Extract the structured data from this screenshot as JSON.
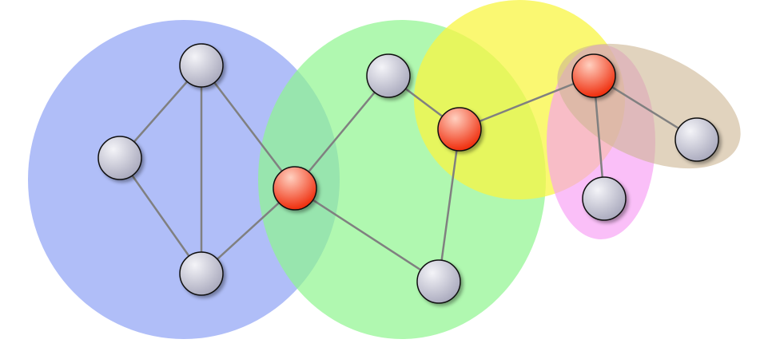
{
  "colors": {
    "background": "#ffffff",
    "community_blue": "#8fa3f5",
    "community_green": "#8ff58f",
    "community_yellow": "#f8f543",
    "community_pink": "#f89cf5",
    "community_tan": "#cdb592",
    "edge": "#808080",
    "node_gray_light": "#f4f4f8",
    "node_gray_dark": "#a8a8bc",
    "node_red_light": "#ffd0c0",
    "node_red_dark": "#ee2200"
  },
  "communities": [
    {
      "id": "blue",
      "color_key": "community_blue"
    },
    {
      "id": "green",
      "color_key": "community_green"
    },
    {
      "id": "yellow",
      "color_key": "community_yellow"
    },
    {
      "id": "pink",
      "color_key": "community_pink"
    },
    {
      "id": "tan",
      "color_key": "community_tan"
    }
  ],
  "nodes": [
    {
      "id": "n1",
      "type": "regular"
    },
    {
      "id": "n2",
      "type": "regular"
    },
    {
      "id": "n3",
      "type": "regular"
    },
    {
      "id": "n4",
      "type": "overlap"
    },
    {
      "id": "n5",
      "type": "regular"
    },
    {
      "id": "n6",
      "type": "regular"
    },
    {
      "id": "n7",
      "type": "overlap"
    },
    {
      "id": "n8",
      "type": "overlap"
    },
    {
      "id": "n9",
      "type": "regular"
    },
    {
      "id": "n10",
      "type": "regular"
    }
  ],
  "edges": [
    [
      "n1",
      "n2"
    ],
    [
      "n1",
      "n3"
    ],
    [
      "n1",
      "n4"
    ],
    [
      "n2",
      "n3"
    ],
    [
      "n3",
      "n4"
    ],
    [
      "n4",
      "n5"
    ],
    [
      "n4",
      "n6"
    ],
    [
      "n5",
      "n7"
    ],
    [
      "n7",
      "n6"
    ],
    [
      "n7",
      "n8"
    ],
    [
      "n8",
      "n9"
    ],
    [
      "n8",
      "n10"
    ]
  ]
}
